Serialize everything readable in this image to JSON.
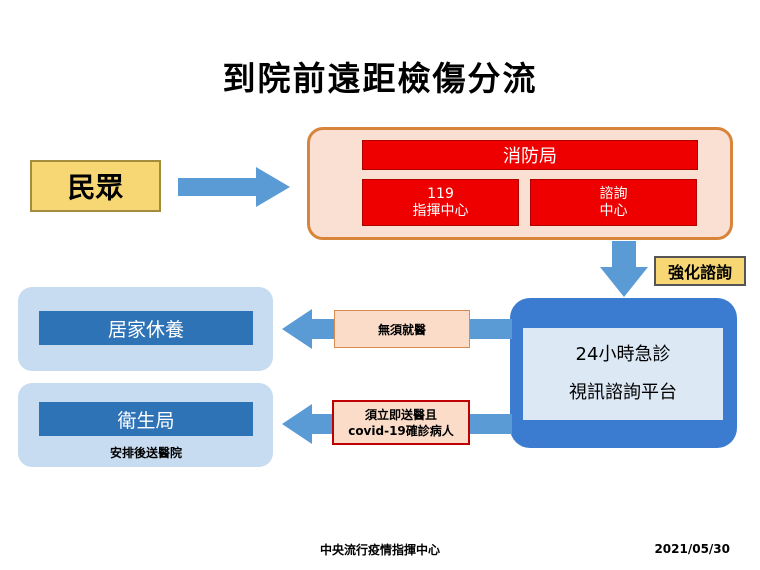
{
  "title": "到院前遠距檢傷分流",
  "citizen": "民眾",
  "fire_dept": {
    "header": "消防局",
    "command_line1": "119",
    "command_line2": "指揮中心",
    "consult_line1": "諮詢",
    "consult_line2": "中心"
  },
  "strengthen_label": "強化諮詢",
  "platform": {
    "line1": "24小時急診",
    "line2": "視訊諮詢平台"
  },
  "home_rest": {
    "header": "居家休養",
    "arrow_label": "無須就醫"
  },
  "health_bureau": {
    "header": "衛生局",
    "note": "安排後送醫院",
    "arrow_label_line1": "須立即送醫且",
    "arrow_label_line2": "covid-19確診病人"
  },
  "footer": {
    "org": "中央流行疫情指揮中心",
    "date": "2021/05/30"
  },
  "colors": {
    "arrow_blue": "#5b9bd5",
    "fire_red": "#ee0000",
    "highlight_yellow": "#f7d774",
    "panel_blue": "#3b7bd0",
    "navy_header": "#2f73b7"
  }
}
